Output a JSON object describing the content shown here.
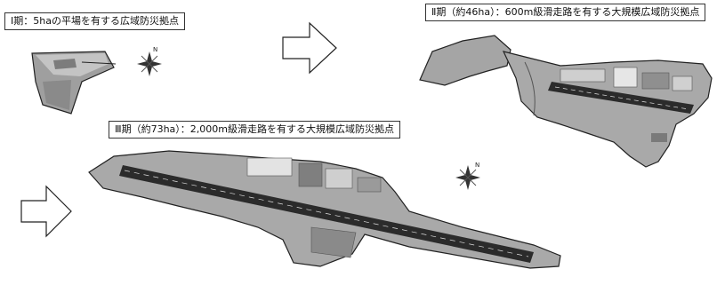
{
  "phases": [
    {
      "label": "Ⅰ期：5haの平場を有する広域防災拠点"
    },
    {
      "label": "Ⅱ期（約46ha）：600m級滑走路を有する大規模広域防災拠点"
    },
    {
      "label": "Ⅲ期（約73ha）：2,000m級滑走路を有する大規模広域防災拠点"
    }
  ],
  "colors": {
    "land": "#a9a9a9",
    "runway": "#2b2b2b",
    "outline": "#333333",
    "arrow": "#ffffff"
  }
}
